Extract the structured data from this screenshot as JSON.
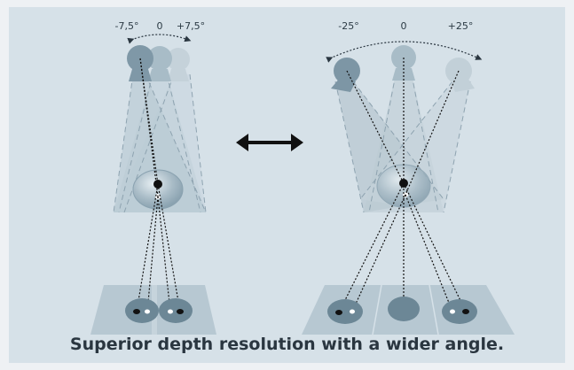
{
  "diagram": {
    "left_view": {
      "angle_labels": [
        "-7,5°",
        "0",
        "+7,5°"
      ]
    },
    "right_view": {
      "angle_labels": [
        "-25°",
        "0",
        "+25°"
      ]
    },
    "comparison_symbol": "double-arrow"
  },
  "caption": "Superior depth resolution with a wider angle.",
  "colors": {
    "background": "#d6e1e8",
    "projector_dark": "#7d96a5",
    "projector_mid": "#a2b6c2",
    "projector_light": "#c2d0d8",
    "spot_dark": "#6c8796",
    "text": "#2a3640"
  }
}
